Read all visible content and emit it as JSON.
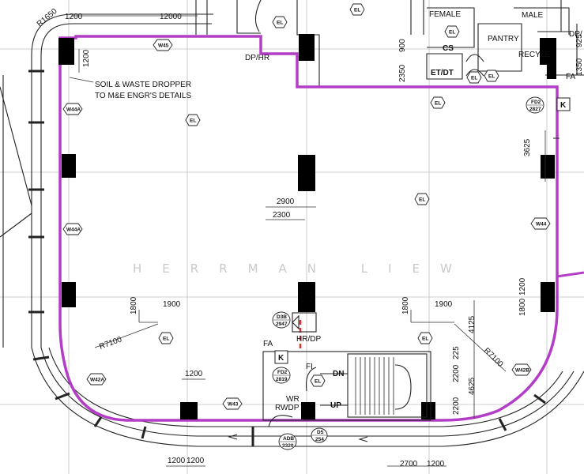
{
  "labels": {
    "female": "FEMALE",
    "male": "MALE",
    "pantry": "PANTRY",
    "cs": "CS",
    "et_dt": "ET/DT",
    "dp_hr_top": "DP/HR",
    "dp_top_right": "DP/",
    "fa_top_right": "FA",
    "recycle": "RECYLE",
    "soil_note_line1": "SOIL & WASTE DROPPER",
    "soil_note_line2": "TO M&E ENGR'S DETAILS",
    "hr_dp": "HR/DP",
    "fa": "FA",
    "fi": "FI",
    "wr": "WR",
    "rwdp": "RWDP",
    "dn": "DN",
    "up": "UP",
    "k": "K",
    "watermark": "HERRMAN LIEW"
  },
  "dimensions": {
    "d1200_top": "1200",
    "d12000_top": "12000",
    "r1650": "R1650",
    "d1200_vert_left": "1200",
    "d900": "900",
    "d2350": "2350",
    "d1350": "1350",
    "d925": "925",
    "d2900": "2900",
    "d2300": "2300",
    "d3625": "3625",
    "d1800_left": "1800",
    "d1900_left": "1900",
    "d1800_right": "1800",
    "d1900_right": "1900",
    "d1200_right_vert": "1200",
    "d1800_far_right": "1800",
    "r7100_left": "R7100",
    "r7100_right": "R7100",
    "d4125": "4125",
    "d225": "225",
    "d2200_a": "2200",
    "d4625": "4625",
    "d2200_b": "2200",
    "d1200_bottom_mid": "1200",
    "d1200_bl_a": "1200",
    "d1200_bl_b": "1200",
    "d2700": "2700",
    "d1200_br": "1200"
  },
  "tags": {
    "el": "EL",
    "w45": "W45",
    "w44a_1": "W44A",
    "w44a_2": "W44A",
    "w44": "W44",
    "w42a": "W42A",
    "w42b": "W42B",
    "w43": "W43",
    "fd2_top_line1": "FD2",
    "fd2_top_line2": "2827",
    "d3b_line1": "D3B",
    "d3b_line2": "2947",
    "fd2_mid_line1": "FD2",
    "fd2_mid_line2": "2819",
    "adb_line1": "ADB",
    "adb_line2": "3320",
    "d5_line1": "D5",
    "d5_line2": "254"
  },
  "colors": {
    "boundary": "#b33dc6",
    "riser": "#e0322a",
    "grid": "#bfbfbf",
    "column": "#000000"
  }
}
